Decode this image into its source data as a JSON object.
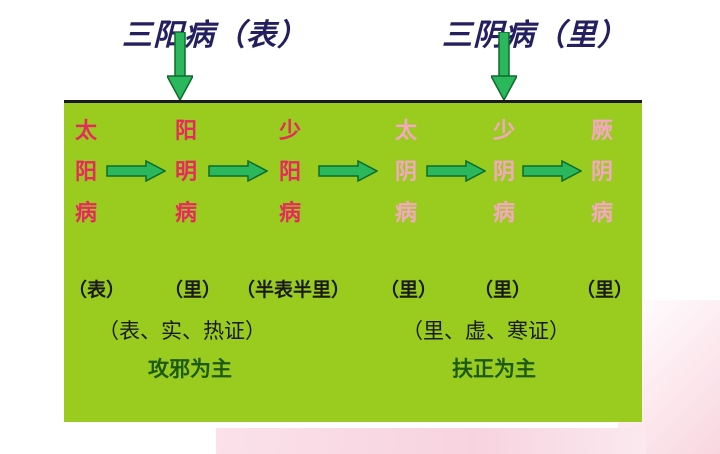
{
  "headers": {
    "yang": "三阳病（表）",
    "yin": "三阴病（里）"
  },
  "colors": {
    "panel": "#99cc1e",
    "yang_text": "#e8295d",
    "yin_text": "#f6a7c3",
    "arrow": "#2bb85c",
    "principle": "#1c5a14",
    "title": "#24205f"
  },
  "stages": [
    {
      "chars": [
        "太",
        "阳",
        "病"
      ],
      "group": "yang"
    },
    {
      "chars": [
        "阳",
        "明",
        "病"
      ],
      "group": "yang"
    },
    {
      "chars": [
        "少",
        "阳",
        "病"
      ],
      "group": "yang"
    },
    {
      "chars": [
        "太",
        "阴",
        "病"
      ],
      "group": "yin"
    },
    {
      "chars": [
        "少",
        "阴",
        "病"
      ],
      "group": "yin"
    },
    {
      "chars": [
        "厥",
        "阴",
        "病"
      ],
      "group": "yin"
    }
  ],
  "natures": [
    "（表）",
    "（里）",
    "（半表半里）",
    "（里）",
    "（里）",
    "（里）"
  ],
  "details": {
    "yang": "（表、实、热证）",
    "yin": "（里、虚、寒证）"
  },
  "principles": {
    "yang": "攻邪为主",
    "yin": "扶正为主"
  }
}
